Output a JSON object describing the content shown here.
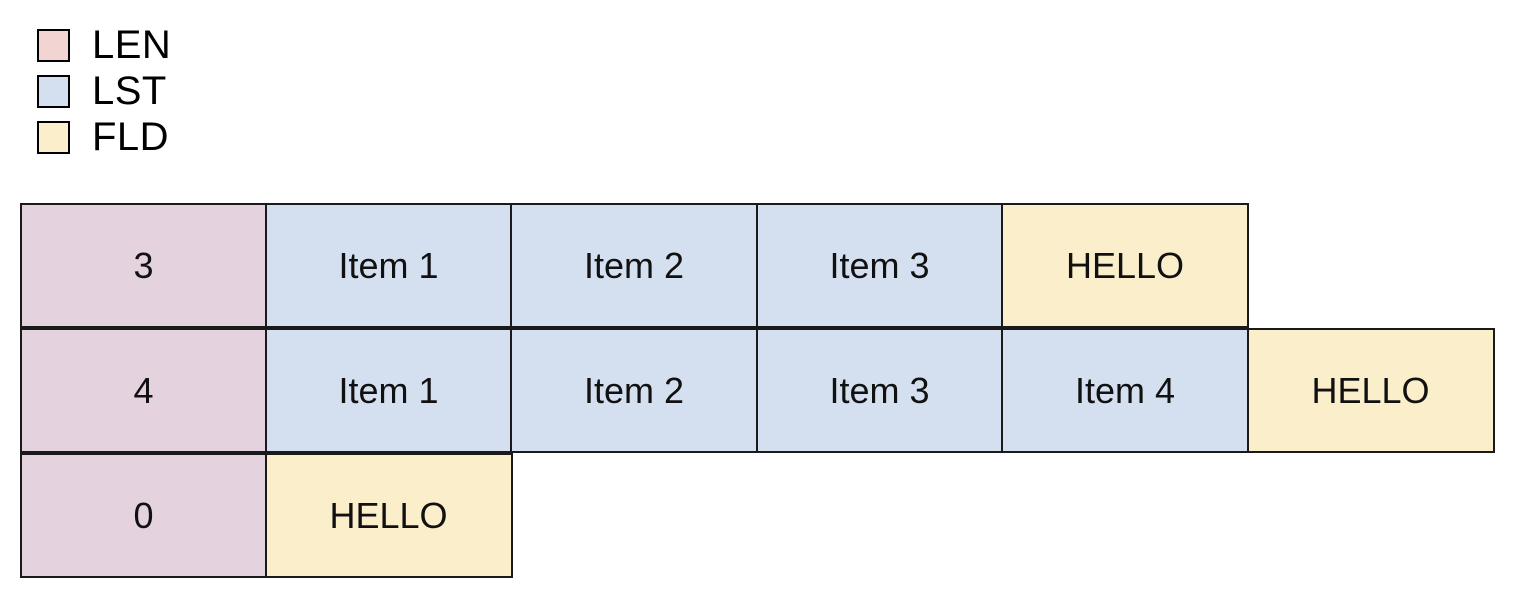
{
  "legend": {
    "items": [
      {
        "label": "LEN",
        "color": "#f2d5d3"
      },
      {
        "label": "LST",
        "color": "#d4e0f0"
      },
      {
        "label": "FLD",
        "color": "#fbeeca"
      }
    ]
  },
  "palette": {
    "len_cell": "#e5d2df",
    "lst_cell": "#d4e0f0",
    "fld_cell": "#fbeeca",
    "border": "#1a1a1a",
    "background": "#ffffff"
  },
  "table": {
    "rows": [
      {
        "cells": [
          {
            "text": "3",
            "kind": "len"
          },
          {
            "text": "Item 1",
            "kind": "lst"
          },
          {
            "text": "Item 2",
            "kind": "lst"
          },
          {
            "text": "Item 3",
            "kind": "lst"
          },
          {
            "text": "HELLO",
            "kind": "fld"
          }
        ]
      },
      {
        "cells": [
          {
            "text": "4",
            "kind": "len"
          },
          {
            "text": "Item 1",
            "kind": "lst"
          },
          {
            "text": "Item 2",
            "kind": "lst"
          },
          {
            "text": "Item 3",
            "kind": "lst"
          },
          {
            "text": "Item 4",
            "kind": "lst"
          },
          {
            "text": "HELLO",
            "kind": "fld"
          }
        ]
      },
      {
        "cells": [
          {
            "text": "0",
            "kind": "len"
          },
          {
            "text": "HELLO",
            "kind": "fld"
          }
        ]
      }
    ]
  }
}
